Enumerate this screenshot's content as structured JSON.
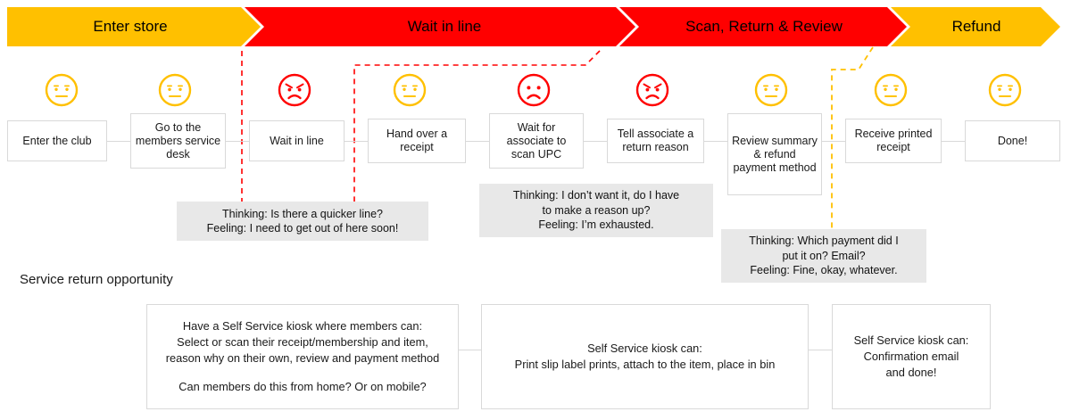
{
  "banner": {
    "phases": [
      {
        "label": "Enter store",
        "color": "#FFC000",
        "tone": "neutral"
      },
      {
        "label": "Wait in line",
        "color": "#FF0000",
        "tone": "negative"
      },
      {
        "label": "Scan, Return & Review",
        "color": "#FF0000",
        "tone": "negative"
      },
      {
        "label": "Refund",
        "color": "#FFC000",
        "tone": "neutral"
      }
    ]
  },
  "colors": {
    "amber": "#FFC000",
    "red": "#FF0000",
    "box_border": "#D9D9D9",
    "callout_bg": "#E8E8E8",
    "text": "#1A1A1A"
  },
  "faces": [
    {
      "name": "face-neutral-1",
      "mood": "neutral",
      "color": "#FFC000"
    },
    {
      "name": "face-neutral-2",
      "mood": "neutral",
      "color": "#FFC000"
    },
    {
      "name": "face-angry-1",
      "mood": "angry",
      "color": "#FF0000"
    },
    {
      "name": "face-neutral-3",
      "mood": "neutral",
      "color": "#FFC000"
    },
    {
      "name": "face-sad-1",
      "mood": "sad",
      "color": "#FF0000"
    },
    {
      "name": "face-angry-2",
      "mood": "angry",
      "color": "#FF0000"
    },
    {
      "name": "face-neutral-4",
      "mood": "neutral",
      "color": "#FFC000"
    },
    {
      "name": "face-neutral-5",
      "mood": "neutral",
      "color": "#FFC000"
    },
    {
      "name": "face-neutral-6",
      "mood": "neutral",
      "color": "#FFC000"
    }
  ],
  "steps": [
    {
      "label": "Enter the club"
    },
    {
      "label": "Go to the members service desk"
    },
    {
      "label": "Wait in line"
    },
    {
      "label": "Hand over a receipt"
    },
    {
      "label": "Wait for associate to scan UPC"
    },
    {
      "label": "Tell associate a return reason"
    },
    {
      "label": "Review summary & refund payment method"
    },
    {
      "label": "Receive printed receipt"
    },
    {
      "label": "Done!"
    }
  ],
  "callouts": [
    {
      "name": "callout-wait-in-line",
      "lines": [
        "Thinking: Is there a quicker line?",
        "Feeling: I need to get out of here soon!"
      ]
    },
    {
      "name": "callout-return-reason",
      "lines": [
        "Thinking: I don’t want it, do I have",
        "to make a reason up?",
        "Feeling: I’m exhausted."
      ]
    },
    {
      "name": "callout-refund-payment",
      "lines": [
        "Thinking: Which payment did I",
        "put it on? Email?",
        "Feeling: Fine, okay, whatever."
      ]
    }
  ],
  "opportunity": {
    "title": "Service return opportunity",
    "boxes": [
      {
        "name": "opportunity-box-kiosk-self-service",
        "lines": [
          "Have a Self Service kiosk where members can:",
          "Select or scan their receipt/membership and item,",
          "reason why on their own, review and payment method",
          "",
          "Can members do this from home? Or on mobile?"
        ]
      },
      {
        "name": "opportunity-box-kiosk-print",
        "lines": [
          "Self Service kiosk can:",
          "Print slip label prints, attach to the item, place in bin"
        ]
      },
      {
        "name": "opportunity-box-kiosk-confirmation",
        "lines": [
          "Self Service kiosk can:",
          "Confirmation email",
          "and done!"
        ]
      }
    ]
  }
}
